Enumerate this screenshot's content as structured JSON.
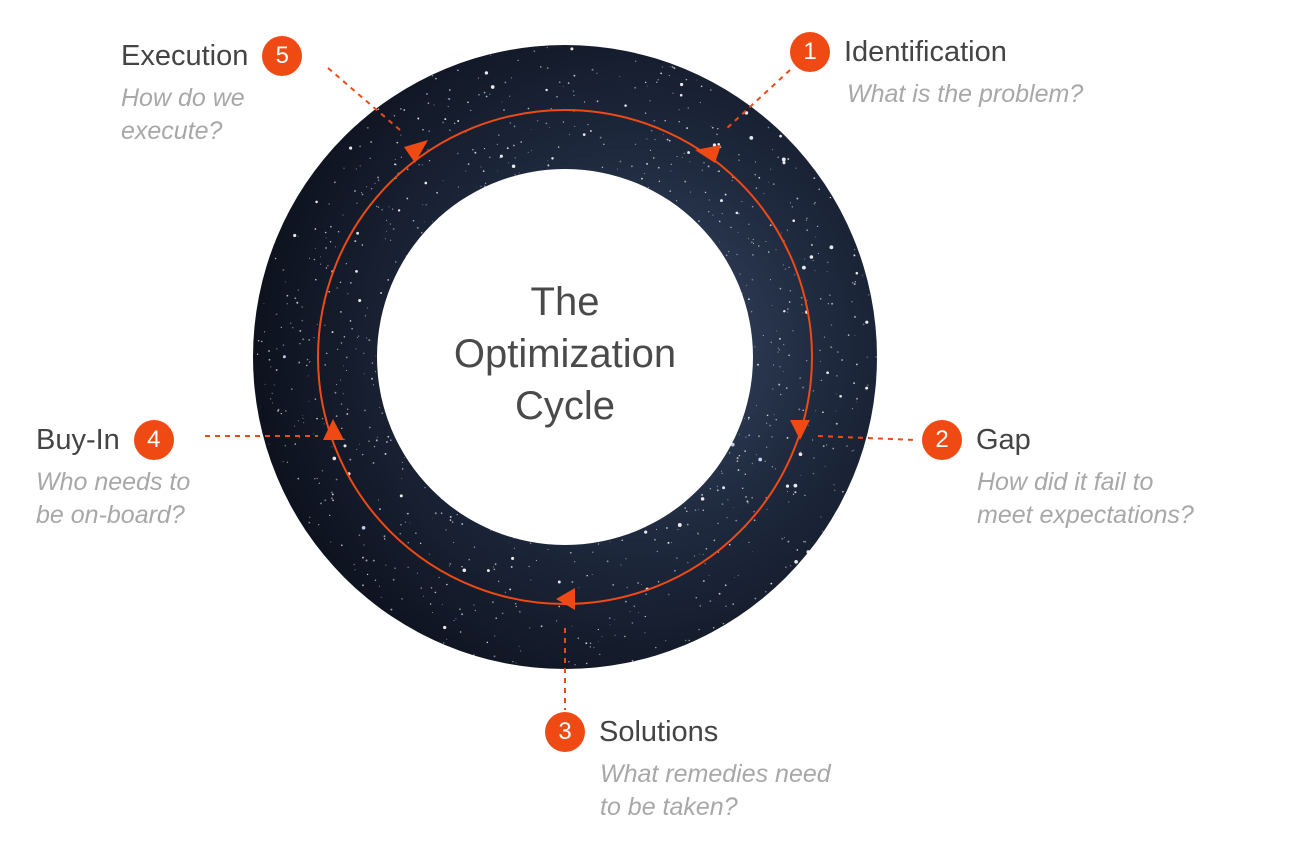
{
  "center": {
    "line1": "The",
    "line2": "Optimization",
    "line3": "Cycle"
  },
  "accent_color": "#f04a14",
  "ring_style": "starry-night-sky",
  "steps": [
    {
      "num": "1",
      "title": "Identification",
      "q1": "What is the problem?",
      "q2": ""
    },
    {
      "num": "2",
      "title": "Gap",
      "q1": "How did it fail to",
      "q2": "meet expectations?"
    },
    {
      "num": "3",
      "title": "Solutions",
      "q1": "What remedies need",
      "q2": "to be taken?"
    },
    {
      "num": "4",
      "title": "Buy-In",
      "q1": "Who needs to",
      "q2": "be on-board?"
    },
    {
      "num": "5",
      "title": "Execution",
      "q1": "How do we",
      "q2": "execute?"
    }
  ]
}
